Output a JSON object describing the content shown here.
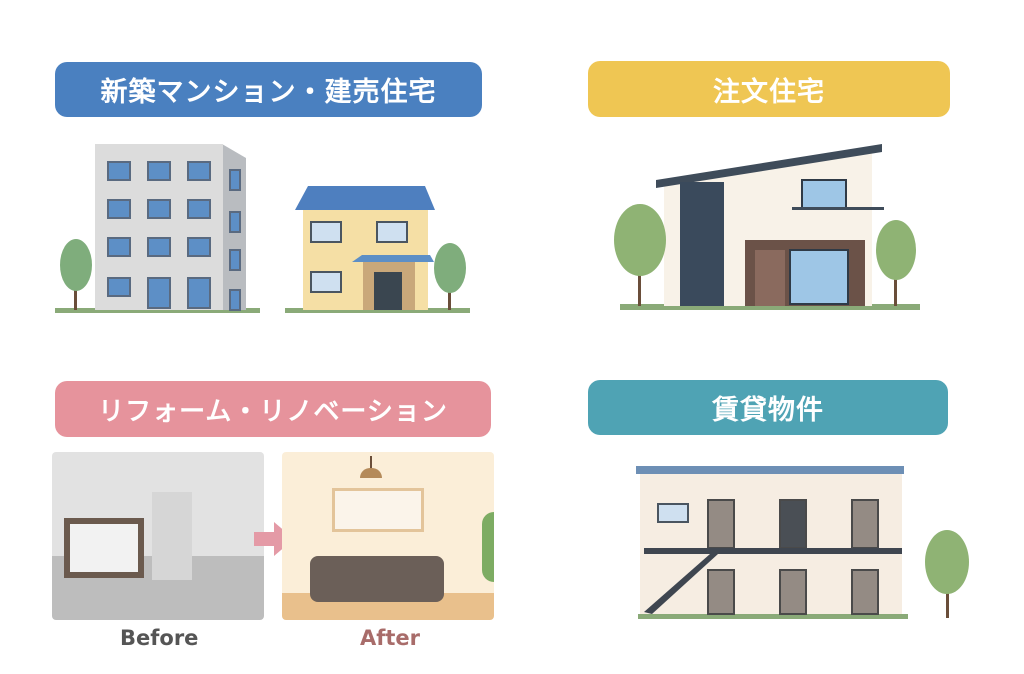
{
  "categories": [
    {
      "id": "new",
      "label": "新築マンション・建売住宅",
      "color": "#4a80c0"
    },
    {
      "id": "custom",
      "label": "注文住宅",
      "color": "#efc653"
    },
    {
      "id": "reform",
      "label": "リフォーム・リノベーション",
      "color": "#e6939c"
    },
    {
      "id": "rental",
      "label": "賃貸物件",
      "color": "#4fa3b4"
    }
  ],
  "reform": {
    "before_label": "Before",
    "after_label": "After",
    "before_color": "#555555",
    "after_color": "#a86c6a"
  },
  "icons": {
    "apartment": "apartment-building-icon",
    "house": "two-story-house-icon",
    "modern_house": "modern-house-icon",
    "tree": "tree-icon",
    "arrow": "arrow-right-icon",
    "rental": "rental-apartment-icon"
  }
}
